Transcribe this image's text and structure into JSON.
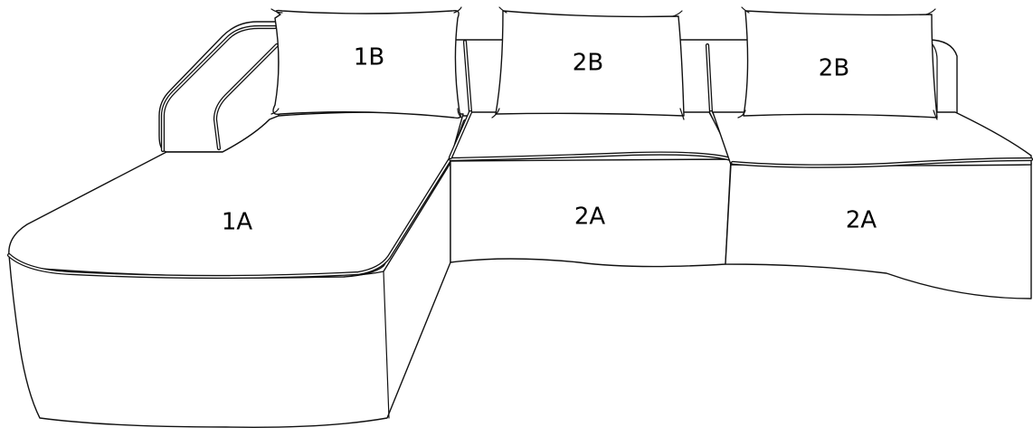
{
  "labels": {
    "chaise_seat": "1A",
    "chaise_pillow": "1B",
    "middle_seat": "2A",
    "middle_pillow": "2B",
    "right_seat": "2A",
    "right_pillow": "2B"
  },
  "colors": {
    "line": "#111111",
    "fill": "#ffffff"
  }
}
